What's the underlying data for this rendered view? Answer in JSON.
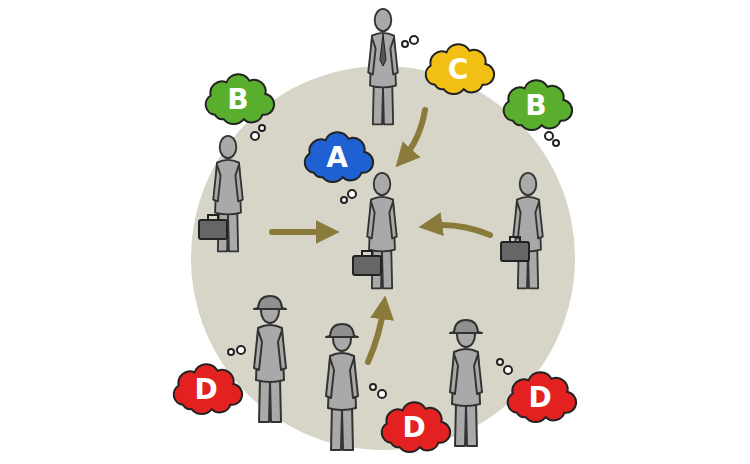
{
  "diagram": {
    "nodes": [
      {
        "text": [
          "B"
        ]
      },
      {
        "text": [
          "C"
        ]
      },
      {
        "text": [
          "B"
        ]
      },
      {
        "text": [
          "A"
        ]
      },
      {
        "text": [
          "D"
        ]
      },
      {
        "text": [
          "D"
        ]
      },
      {
        "text": [
          "D"
        ]
      }
    ]
  }
}
